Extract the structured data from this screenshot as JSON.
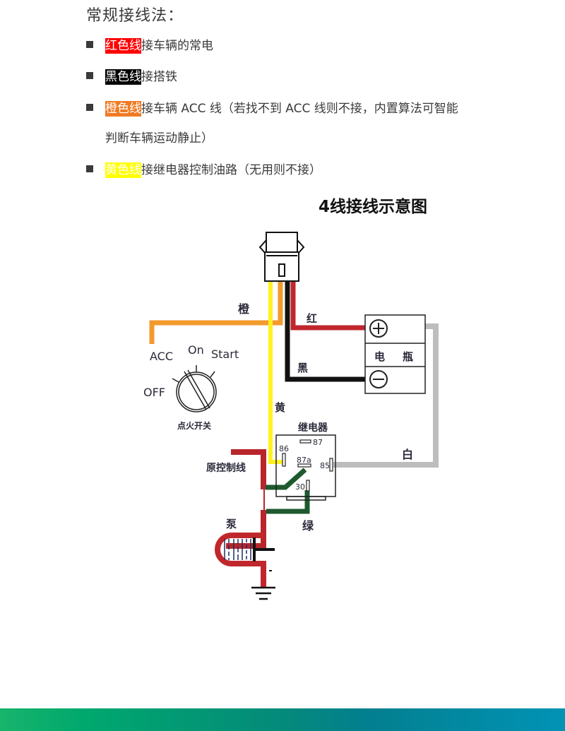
{
  "heading": "常规接线法：",
  "items": [
    {
      "highlight": "红色线",
      "text": "接车辆的常电",
      "color": "#ff0000"
    },
    {
      "highlight": "黑色线",
      "text": "接搭铁",
      "color": "#000000"
    },
    {
      "highlight": "橙色线",
      "text": "接车辆 ACC 线（若找不到 ACC 线则不接，内置算法可智能",
      "continuation": "判断车辆运动静止）",
      "color": "#f07a22"
    },
    {
      "highlight": "黄色线",
      "text": "接继电器控制油路（无用则不接）",
      "color": "#ffff00"
    }
  ],
  "diagram": {
    "title": "4线接线示意图",
    "wire_labels": {
      "orange": "橙",
      "red": "红",
      "black": "黑",
      "yellow": "黄",
      "white": "白",
      "green": "绿"
    },
    "ignition": {
      "acc": "ACC",
      "on": "On",
      "start": "Start",
      "off": "OFF",
      "caption": "点火开关"
    },
    "battery": {
      "label_left": "电",
      "label_right": "瓶"
    },
    "relay": {
      "title": "继电器",
      "pins": [
        "86",
        "87",
        "87a",
        "85",
        "30"
      ]
    },
    "original_control": "原控制线",
    "pump": "泵",
    "wire_colors": {
      "orange": "#f39a2e",
      "red": "#c0272d",
      "black": "#111111",
      "yellow": "#fff21f",
      "white": "#bdbdbd",
      "green": "#1e5a2e",
      "dark_red": "#b8262c"
    }
  },
  "footer_colors": [
    "#18b46b",
    "#048a7a",
    "#0293b5"
  ]
}
